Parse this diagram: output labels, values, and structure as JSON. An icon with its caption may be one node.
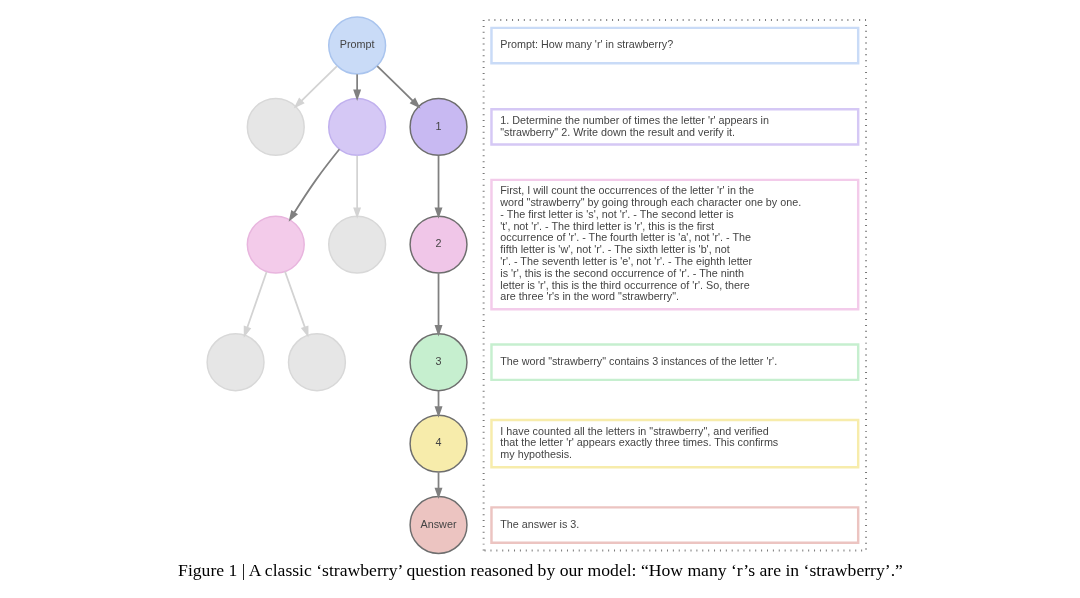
{
  "diagram": {
    "caption": "Figure 1 | A classic ‘strawberry’ question reasoned by our model: “How many ‘r’s are in ‘strawberry’.”",
    "nodes": [
      {
        "text": [
          "Prompt"
        ]
      },
      {
        "text": [],
        "shape": "circle"
      },
      {
        "text": [],
        "shape": "circle"
      },
      {
        "text": [
          "1"
        ]
      },
      {
        "text": [],
        "shape": "circle"
      },
      {
        "text": [],
        "shape": "circle"
      },
      {
        "text": [
          "2"
        ]
      },
      {
        "text": [],
        "shape": "circle"
      },
      {
        "text": [],
        "shape": "circle"
      },
      {
        "text": [
          "3"
        ]
      },
      {
        "text": [
          "4"
        ]
      },
      {
        "text": [
          "Answer"
        ]
      },
      {
        "text": [],
        "shape": "box"
      },
      {
        "text": [
          "Prompt: How many 'r' in strawberry?"
        ],
        "in": 12
      },
      {
        "text": [
          "1. Determine the number of times the letter 'r' appears in \"strawberry\" 2. Write down the result and verify it."
        ],
        "in": 12
      },
      {
        "text": [
          "First, I will count the occurrences of the letter 'r' in the word \"strawberry\" by going through each character one by one. - The first letter is 's', not 'r'. - The second letter is 't', not 'r'. - The third letter is 'r', this is the first occurrence of 'r'. - The fourth letter is 'a', not 'r'. - The fifth letter is 'w', not 'r'. - The sixth letter is 'b', not 'r'. - The seventh letter is 'e', not 'r'. - The eighth letter is 'r', this is the second occurrence of 'r'. - The ninth letter is 'r', this is the third occurrence of 'r'. So, there are three 'r's in the word \"strawberry\"."
        ],
        "in": 12
      },
      {
        "text": [
          "The word \"strawberry\" contains 3 instances of the letter 'r'."
        ],
        "in": 12
      },
      {
        "text": [
          "I have counted all the letters in \"strawberry\", and verified that the letter 'r' appears exactly three times. This confirms my hypothesis."
        ],
        "in": 12
      },
      {
        "text": [
          "The answer is 3."
        ],
        "in": 12
      }
    ],
    "edges": [
      {
        "from": 0,
        "to": 1,
        "arrow": "to",
        "color": "#d3d3d3"
      },
      {
        "from": 0,
        "to": 2,
        "arrow": "to"
      },
      {
        "from": 0,
        "to": 3,
        "arrow": "to"
      },
      {
        "from": 2,
        "to": 4,
        "arrow": "to"
      },
      {
        "from": 2,
        "to": 5,
        "arrow": "to",
        "color": "#d3d3d3"
      },
      {
        "from": 3,
        "to": 6,
        "arrow": "to"
      },
      {
        "from": 4,
        "to": 7,
        "arrow": "to",
        "color": "#d3d3d3"
      },
      {
        "from": 4,
        "to": 8,
        "arrow": "to",
        "color": "#d3d3d3"
      },
      {
        "from": 6,
        "to": 9,
        "arrow": "to"
      },
      {
        "from": 9,
        "to": 10,
        "arrow": "to"
      },
      {
        "from": 10,
        "to": 11,
        "arrow": "to"
      }
    ]
  }
}
